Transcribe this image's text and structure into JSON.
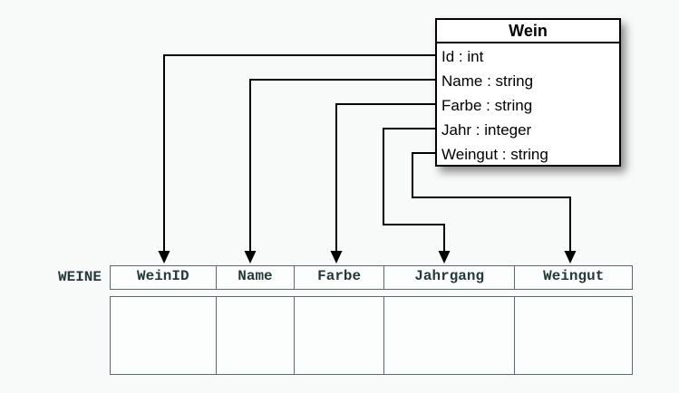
{
  "class_box": {
    "title": "Wein",
    "attributes": [
      "Id : int",
      "Name : string",
      "Farbe : string",
      "Jahr : integer",
      "Weingut : string"
    ]
  },
  "table": {
    "label": "WEINE",
    "columns": [
      "WeinID",
      "Name",
      "Farbe",
      "Jahrgang",
      "Weingut"
    ]
  },
  "mappings": [
    {
      "from": "Id",
      "to": "WeinID"
    },
    {
      "from": "Name",
      "to": "Name"
    },
    {
      "from": "Farbe",
      "to": "Farbe"
    },
    {
      "from": "Jahr",
      "to": "Jahrgang"
    },
    {
      "from": "Weingut",
      "to": "Weingut"
    }
  ],
  "colors": {
    "background": "#f8f9f9",
    "arrow": "#000000",
    "class_border": "#000000",
    "table_border": "#5a6b6e",
    "table_text": "#24393c"
  }
}
